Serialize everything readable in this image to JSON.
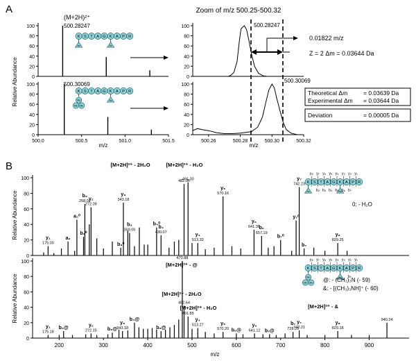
{
  "panels": {
    "a": "A",
    "b": "B"
  },
  "colors": {
    "peptide_fill": "#8fd3d8",
    "peptide_stroke": "#1a6a73",
    "ink": "#000000"
  },
  "peptide_sequence": [
    "K",
    "S",
    "T",
    "A",
    "G",
    "K",
    "A",
    "P",
    "R"
  ],
  "chart_data": [
    {
      "id": "a-top-left",
      "type": "line",
      "xlim": [
        500.0,
        501.5
      ],
      "ylim": [
        0,
        100
      ],
      "ylabel": "Relative Abundance",
      "peaks": [
        [
          500.2825,
          100
        ],
        [
          500.7838,
          38
        ],
        [
          501.2851,
          12
        ]
      ],
      "annotation": "(M+2H)²⁺",
      "peak_label": "500.28247",
      "yticks": [
        0,
        20,
        40,
        60,
        80,
        100
      ]
    },
    {
      "id": "a-bottom-left",
      "type": "line",
      "xlim": [
        500.0,
        501.5
      ],
      "ylim": [
        0,
        100
      ],
      "xlabel": "m/z",
      "peaks": [
        [
          500.3007,
          100
        ],
        [
          500.802,
          35
        ],
        [
          501.3033,
          10
        ]
      ],
      "peak_label": "500.30069",
      "xticks": [
        "500.0",
        "500.5",
        "501.0",
        "501.5"
      ],
      "yticks": [
        0,
        20,
        40,
        60,
        80,
        100
      ]
    },
    {
      "id": "a-top-right",
      "type": "line",
      "title": "Zoom of m/z 500.25-500.32",
      "xlim": [
        500.25,
        500.32
      ],
      "ylim": [
        0,
        100
      ],
      "profile": [
        [
          500.2725,
          0
        ],
        [
          500.274,
          2
        ],
        [
          500.276,
          8
        ],
        [
          500.278,
          30
        ],
        [
          500.2795,
          72
        ],
        [
          500.2805,
          94
        ],
        [
          500.2825,
          100
        ],
        [
          500.284,
          92
        ],
        [
          500.2855,
          70
        ],
        [
          500.287,
          45
        ],
        [
          500.289,
          20
        ],
        [
          500.2915,
          6
        ],
        [
          500.2945,
          1
        ],
        [
          500.297,
          0
        ]
      ],
      "peak_label": "500.28247",
      "yticks": [
        0,
        20,
        40,
        60,
        80,
        100
      ]
    },
    {
      "id": "a-bottom-right",
      "type": "line",
      "xlim": [
        500.25,
        500.32
      ],
      "ylim": [
        0,
        100
      ],
      "xlabel": "m/z",
      "profile": [
        [
          500.25,
          8
        ],
        [
          500.253,
          12
        ],
        [
          500.256,
          10
        ],
        [
          500.26,
          8
        ],
        [
          500.265,
          4
        ],
        [
          500.27,
          2
        ],
        [
          500.275,
          2
        ],
        [
          500.28,
          3
        ],
        [
          500.287,
          6
        ],
        [
          500.291,
          15
        ],
        [
          500.294,
          35
        ],
        [
          500.296,
          62
        ],
        [
          500.298,
          88
        ],
        [
          500.3,
          100
        ],
        [
          500.3015,
          92
        ],
        [
          500.303,
          72
        ],
        [
          500.305,
          48
        ],
        [
          500.307,
          25
        ],
        [
          500.309,
          10
        ],
        [
          500.312,
          3
        ],
        [
          500.316,
          0
        ],
        [
          500.32,
          0
        ]
      ],
      "peak_label": "500.30069",
      "xticks": [
        "500.26",
        "500.28",
        "500.30",
        "500.32"
      ],
      "yticks": [
        0,
        20,
        40,
        60,
        80,
        100
      ]
    },
    {
      "id": "b-top",
      "type": "bar",
      "xlim": [
        140,
        990
      ],
      "ylim": [
        0,
        100
      ],
      "ylabel": "Relative Abundance",
      "yticks": [
        0,
        20,
        40,
        60,
        80,
        100
      ],
      "peaks": [
        [
          165,
          4
        ],
        [
          175,
          12
        ],
        [
          188,
          3
        ],
        [
          205,
          9
        ],
        [
          220,
          18
        ],
        [
          235,
          6
        ],
        [
          240,
          46
        ],
        [
          255,
          24
        ],
        [
          258,
          66
        ],
        [
          268,
          40
        ],
        [
          272,
          62
        ],
        [
          285,
          22
        ],
        [
          300,
          9
        ],
        [
          320,
          18
        ],
        [
          339,
          10
        ],
        [
          345,
          68
        ],
        [
          355,
          32
        ],
        [
          359,
          29
        ],
        [
          370,
          12
        ],
        [
          381,
          36
        ],
        [
          392,
          14
        ],
        [
          400,
          14
        ],
        [
          420,
          36
        ],
        [
          430,
          26
        ],
        [
          448,
          10
        ],
        [
          460,
          18
        ],
        [
          470,
          20
        ],
        [
          482,
          92
        ],
        [
          491,
          94
        ],
        [
          500,
          16
        ],
        [
          513,
          16
        ],
        [
          530,
          8
        ],
        [
          550,
          10
        ],
        [
          570,
          76
        ],
        [
          590,
          12
        ],
        [
          610,
          9
        ],
        [
          640,
          33
        ],
        [
          657,
          25
        ],
        [
          672,
          10
        ],
        [
          685,
          12
        ],
        [
          700,
          20
        ],
        [
          725,
          6
        ],
        [
          735,
          45
        ],
        [
          742,
          88
        ],
        [
          753,
          9
        ],
        [
          775,
          10
        ],
        [
          800,
          6
        ],
        [
          829,
          16
        ],
        [
          850,
          6
        ]
      ],
      "labels": [
        {
          "x": 175,
          "y": 12,
          "id": "y1",
          "text": "y₁",
          "mz": "175.00"
        },
        {
          "x": 220,
          "y": 18,
          "id": "a2",
          "text": "a₂",
          "mz": ""
        },
        {
          "x": 240,
          "y": 46,
          "id": "a20",
          "text": "a₂⁰",
          "mz": ""
        },
        {
          "x": 255,
          "y": 24,
          "id": "b20",
          "text": "b₂⁰",
          "mz": ""
        },
        {
          "x": 258,
          "y": 66,
          "id": "b2",
          "text": "b₂",
          "mz": "258.02"
        },
        {
          "x": 272,
          "y": 62,
          "id": "y2",
          "text": "y₂",
          "mz": "272.09"
        },
        {
          "x": 339,
          "y": 10,
          "id": "b30",
          "text": "b₃⁰",
          "mz": ""
        },
        {
          "x": 345,
          "y": 68,
          "id": "y3",
          "text": "y₃",
          "mz": "343.18"
        },
        {
          "x": 359,
          "y": 29,
          "id": "b3",
          "text": "b₃",
          "mz": "359.05"
        },
        {
          "x": 420,
          "y": 36,
          "id": "b40",
          "text": "b₄⁰",
          "mz": ""
        },
        {
          "x": 430,
          "y": 26,
          "id": "b4",
          "text": "b₄",
          "mz": "430.07"
        },
        {
          "x": 482,
          "y": 92,
          "id": "ion-2h2o",
          "text": "",
          "mz": "482.35"
        },
        {
          "x": 491,
          "y": 94,
          "id": "ion-h2o",
          "text": "",
          "mz": "491.30"
        },
        {
          "x": 513,
          "y": 16,
          "id": "y4",
          "text": "y₄",
          "mz": "513.32"
        },
        {
          "x": 570,
          "y": 76,
          "id": "y5",
          "text": "y₅",
          "mz": "570.16"
        },
        {
          "x": 640,
          "y": 33,
          "id": "y6",
          "text": "y₆",
          "mz": "641.38"
        },
        {
          "x": 657,
          "y": 25,
          "id": "b6",
          "text": "b₆",
          "mz": "657.19"
        },
        {
          "x": 700,
          "y": 20,
          "id": "b70",
          "text": "b₇⁰",
          "mz": ""
        },
        {
          "x": 735,
          "y": 45,
          "id": "y70",
          "text": "y₇⁰",
          "mz": ""
        },
        {
          "x": 742,
          "y": 88,
          "id": "y7",
          "text": "y₇",
          "mz": "742.23"
        },
        {
          "x": 753,
          "y": 9,
          "id": "b7",
          "text": "b₇",
          "mz": ""
        },
        {
          "x": 829,
          "y": 16,
          "id": "y8",
          "text": "y₈",
          "mz": "829.25"
        }
      ],
      "annotations": [
        {
          "text": "[M+2H]²⁺ - 2H₂O",
          "x": 447,
          "y": 118
        },
        {
          "text": "[M+2H]²⁺ - H₂O",
          "x": 518,
          "y": 104
        }
      ]
    },
    {
      "id": "b-bottom",
      "type": "bar",
      "xlim": [
        140,
        990
      ],
      "ylim": [
        0,
        100
      ],
      "ylabel": "Relative Abundance",
      "xlabel": "m/z",
      "yticks": [
        0,
        20,
        40,
        60,
        80,
        100
      ],
      "xticks": [
        200,
        300,
        400,
        500,
        600,
        700,
        800,
        900
      ],
      "peaks": [
        [
          175,
          4
        ],
        [
          200,
          4
        ],
        [
          210,
          9
        ],
        [
          230,
          4
        ],
        [
          260,
          5
        ],
        [
          272,
          6
        ],
        [
          285,
          4
        ],
        [
          310,
          5
        ],
        [
          320,
          7
        ],
        [
          335,
          11
        ],
        [
          343,
          9
        ],
        [
          355,
          10
        ],
        [
          370,
          20
        ],
        [
          380,
          14
        ],
        [
          390,
          12
        ],
        [
          400,
          12
        ],
        [
          410,
          13
        ],
        [
          420,
          11
        ],
        [
          430,
          9
        ],
        [
          440,
          11
        ],
        [
          450,
          14
        ],
        [
          460,
          17
        ],
        [
          470,
          24
        ],
        [
          478,
          100
        ],
        [
          482,
          42
        ],
        [
          491,
          28
        ],
        [
          500,
          12
        ],
        [
          513,
          13
        ],
        [
          530,
          8
        ],
        [
          550,
          6
        ],
        [
          570,
          8
        ],
        [
          600,
          6
        ],
        [
          615,
          5
        ],
        [
          641,
          6
        ],
        [
          660,
          5
        ],
        [
          675,
          5
        ],
        [
          690,
          4
        ],
        [
          710,
          6
        ],
        [
          728,
          8
        ],
        [
          742,
          10
        ],
        [
          760,
          4
        ],
        [
          800,
          4
        ],
        [
          829,
          9
        ],
        [
          860,
          4
        ],
        [
          900,
          4
        ],
        [
          940,
          20
        ]
      ],
      "labels": [
        {
          "x": 175,
          "y": 4,
          "id": "y1",
          "text": "y₁",
          "mz": "175.18"
        },
        {
          "x": 210,
          "y": 9,
          "id": "b2at",
          "text": "b₂@",
          "mz": ""
        },
        {
          "x": 272,
          "y": 6,
          "id": "y2",
          "text": "y₂",
          "mz": "272.15"
        },
        {
          "x": 320,
          "y": 7,
          "id": "b3at",
          "text": "b₃@",
          "mz": ""
        },
        {
          "x": 343,
          "y": 9,
          "id": "y3",
          "text": "y₃",
          "mz": "343.18"
        },
        {
          "x": 370,
          "y": 20,
          "id": "b4at",
          "text": "b₄@",
          "mz": ""
        },
        {
          "x": 430,
          "y": 9,
          "id": "b5at",
          "text": "b₅@",
          "mz": ""
        },
        {
          "x": 478,
          "y": 100,
          "id": "ion-at",
          "text": "",
          "mz": "470.88"
        },
        {
          "x": 482,
          "y": 42,
          "id": "ion-2h2o",
          "text": "",
          "mz": "482.64"
        },
        {
          "x": 491,
          "y": 28,
          "id": "ion-h2o",
          "text": "",
          "mz": "491.85"
        },
        {
          "x": 513,
          "y": 13,
          "id": "y4",
          "text": "y₄",
          "mz": "513.27"
        },
        {
          "x": 570,
          "y": 8,
          "id": "y5",
          "text": "y₅",
          "mz": "570.20"
        },
        {
          "x": 600,
          "y": 6,
          "id": "b6at",
          "text": "b₆@",
          "mz": ""
        },
        {
          "x": 641,
          "y": 6,
          "id": "y6",
          "text": "y₆",
          "mz": "641.12"
        },
        {
          "x": 675,
          "y": 5,
          "id": "b7at",
          "text": "b₇@",
          "mz": ""
        },
        {
          "x": 728,
          "y": 8,
          "id": "b7",
          "text": "b₇",
          "mz": "728.20"
        },
        {
          "x": 742,
          "y": 10,
          "id": "y7",
          "text": "y₇",
          "mz": "742.21"
        },
        {
          "x": 829,
          "y": 9,
          "id": "y8",
          "text": "y₈",
          "mz": "829.18"
        },
        {
          "x": 940,
          "y": 20,
          "id": "ion-amp",
          "text": "",
          "mz": "940.24"
        }
      ],
      "annotations": [
        {
          "text": "[M+2H]²⁺ - @",
          "x": 250,
          "y": 381
        },
        {
          "text": "[M+2H]²⁺ - 2H₂O",
          "x": 240,
          "y": 425
        },
        {
          "text": "[M+2H]²⁺ - H₂O",
          "x": 262,
          "y": 443
        },
        {
          "text": "[M+2H]²⁺ - &",
          "x": 432,
          "y": 452
        }
      ]
    }
  ],
  "zoom_notes": {
    "delta_mz": "0.01822 m/z",
    "charge": "Z = 2   Δm = 0.03644 Da"
  },
  "delta_box": {
    "theoretical_label": "Theoretical Δm",
    "theoretical_value": "= 0.03639 Da",
    "experimental_label": "Experimental Δm",
    "experimental_value": "= 0.03644 Da",
    "deviation_label": "Deviation",
    "deviation_value": "= 0.00005 Da"
  },
  "legend_b_top": "0: - H₂O",
  "legend_b_bottom": [
    "@: - (CH₃)₃N (- 59)",
    "&: - [(CH₃)₃NH]⁺ (- 60)"
  ],
  "top_seq_y_ions": [
    "y₈",
    "y₇",
    "y₆",
    "y₅",
    "y₄",
    "y₃",
    "y₂",
    "y₁"
  ],
  "top_seq_b_ions": [
    "b₂",
    "b₃",
    "b₄",
    "b₅",
    "b₆",
    "b₇"
  ],
  "bottom_seq_y_ions": [
    "y₈",
    "y₇",
    "y₆",
    "y₅",
    "y₄",
    "y₃",
    "y₂",
    "y₁"
  ],
  "bottom_seq_b_ions": [
    "b₇"
  ],
  "mod_labels": {
    "ac": "Ac",
    "me": "Me"
  }
}
